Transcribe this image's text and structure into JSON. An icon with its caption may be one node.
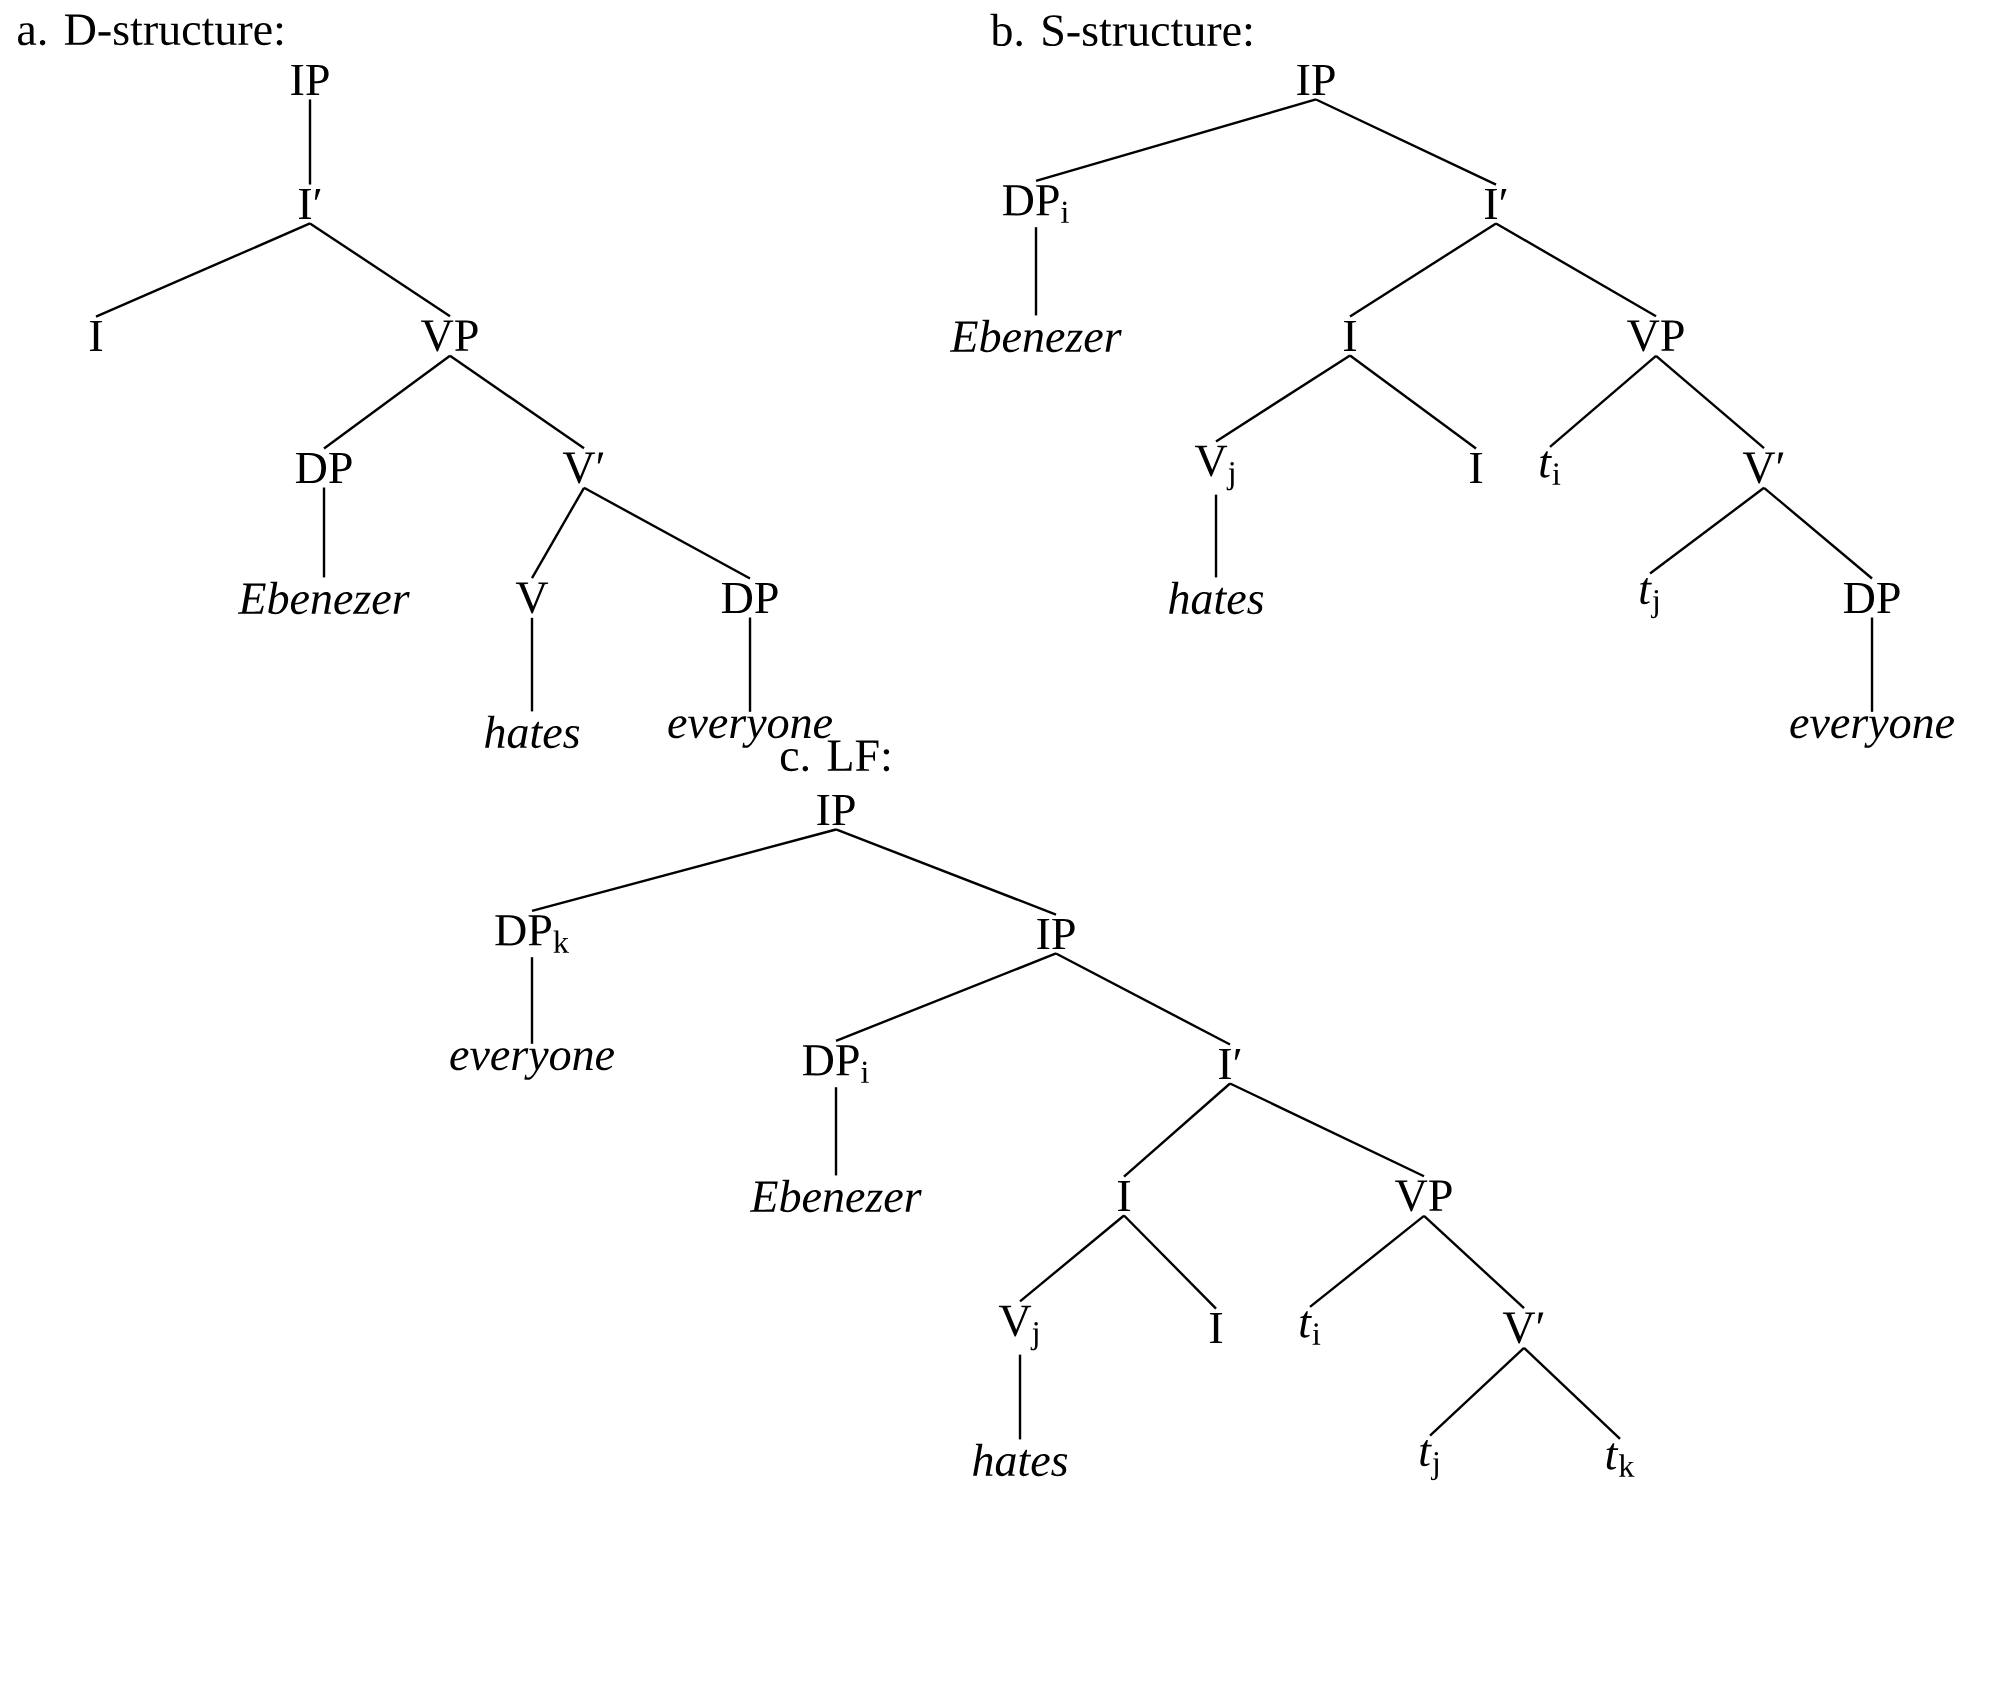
{
  "diagram": {
    "nodes": [
      {
        "text": [
          "IP"
        ]
      },
      {
        "text": [
          "I′"
        ]
      },
      {
        "text": [
          "I"
        ]
      },
      {
        "text": [
          "VP"
        ]
      },
      {
        "text": [
          "DP"
        ]
      },
      {
        "text": [
          "V′"
        ]
      },
      {
        "text": [
          "Ebenezer"
        ]
      },
      {
        "text": [
          "V"
        ]
      },
      {
        "text": [
          "DP"
        ]
      },
      {
        "text": [
          "hates"
        ]
      },
      {
        "text": [
          "everyone"
        ]
      },
      {
        "text": [
          "IP"
        ]
      },
      {
        "text": [
          "DP$_{i}$"
        ]
      },
      {
        "text": [
          "I′"
        ]
      },
      {
        "text": [
          "Ebenezer"
        ]
      },
      {
        "text": [
          "I"
        ]
      },
      {
        "text": [
          "VP"
        ]
      },
      {
        "text": [
          "V$_{j}$"
        ]
      },
      {
        "text": [
          "I"
        ]
      },
      {
        "text": [
          "*t*$_{i}$"
        ]
      },
      {
        "text": [
          "V′"
        ]
      },
      {
        "text": [
          "hates"
        ]
      },
      {
        "text": [
          "*t*$_{j}$"
        ]
      },
      {
        "text": [
          "DP"
        ]
      },
      {
        "text": [
          "everyone"
        ]
      },
      {
        "text": [
          "IP"
        ]
      },
      {
        "text": [
          "DP$_{k}$"
        ]
      },
      {
        "text": [
          "IP"
        ]
      },
      {
        "text": [
          "everyone"
        ]
      },
      {
        "text": [
          "DP$_{i}$"
        ]
      },
      {
        "text": [
          "I′"
        ]
      },
      {
        "text": [
          "Ebenezer"
        ]
      },
      {
        "text": [
          "I"
        ]
      },
      {
        "text": [
          "VP"
        ]
      },
      {
        "text": [
          "V$_{j}$"
        ]
      },
      {
        "text": [
          "I"
        ]
      },
      {
        "text": [
          "*t*$_{i}$"
        ]
      },
      {
        "text": [
          "V′"
        ]
      },
      {
        "text": [
          "hates"
        ]
      },
      {
        "text": [
          "*t*$_{j}$"
        ]
      },
      {
        "text": [
          "*t*$_{k}$"
        ]
      }
    ],
    "edges": [
      {
        "from": 0,
        "to": 1,
        "arrow": "none"
      },
      {
        "from": 1,
        "to": 2,
        "arrow": "none"
      },
      {
        "from": 1,
        "to": 3,
        "arrow": "none"
      },
      {
        "from": 3,
        "to": 4,
        "arrow": "none"
      },
      {
        "from": 3,
        "to": 5,
        "arrow": "none"
      },
      {
        "from": 4,
        "to": 6,
        "arrow": "none"
      },
      {
        "from": 5,
        "to": 7,
        "arrow": "none"
      },
      {
        "from": 5,
        "to": 8,
        "arrow": "none"
      },
      {
        "from": 7,
        "to": 9,
        "arrow": "none"
      },
      {
        "from": 8,
        "to": 10,
        "arrow": "none"
      },
      {
        "from": 11,
        "to": 12,
        "arrow": "none"
      },
      {
        "from": 11,
        "to": 13,
        "arrow": "none"
      },
      {
        "from": 12,
        "to": 14,
        "arrow": "none"
      },
      {
        "from": 13,
        "to": 15,
        "arrow": "none"
      },
      {
        "from": 13,
        "to": 16,
        "arrow": "none"
      },
      {
        "from": 15,
        "to": 17,
        "arrow": "none"
      },
      {
        "from": 15,
        "to": 18,
        "arrow": "none"
      },
      {
        "from": 16,
        "to": 19,
        "arrow": "none"
      },
      {
        "from": 16,
        "to": 20,
        "arrow": "none"
      },
      {
        "from": 17,
        "to": 21,
        "arrow": "none"
      },
      {
        "from": 20,
        "to": 22,
        "arrow": "none"
      },
      {
        "from": 20,
        "to": 23,
        "arrow": "none"
      },
      {
        "from": 23,
        "to": 24,
        "arrow": "none"
      },
      {
        "from": 25,
        "to": 26,
        "arrow": "none"
      },
      {
        "from": 25,
        "to": 27,
        "arrow": "none"
      },
      {
        "from": 26,
        "to": 28,
        "arrow": "none"
      },
      {
        "from": 27,
        "to": 29,
        "arrow": "none"
      },
      {
        "from": 27,
        "to": 30,
        "arrow": "none"
      },
      {
        "from": 29,
        "to": 31,
        "arrow": "none"
      },
      {
        "from": 30,
        "to": 32,
        "arrow": "none"
      },
      {
        "from": 30,
        "to": 33,
        "arrow": "none"
      },
      {
        "from": 32,
        "to": 34,
        "arrow": "none"
      },
      {
        "from": 32,
        "to": 35,
        "arrow": "none"
      },
      {
        "from": 33,
        "to": 36,
        "arrow": "none"
      },
      {
        "from": 33,
        "to": 37,
        "arrow": "none"
      },
      {
        "from": 34,
        "to": 38,
        "arrow": "none"
      },
      {
        "from": 37,
        "to": 39,
        "arrow": "none"
      },
      {
        "from": 37,
        "to": 40,
        "arrow": "none"
      }
    ],
    "labels": [
      "a. D-structure:",
      "b. S-structure:",
      "c. LF:"
    ]
  }
}
